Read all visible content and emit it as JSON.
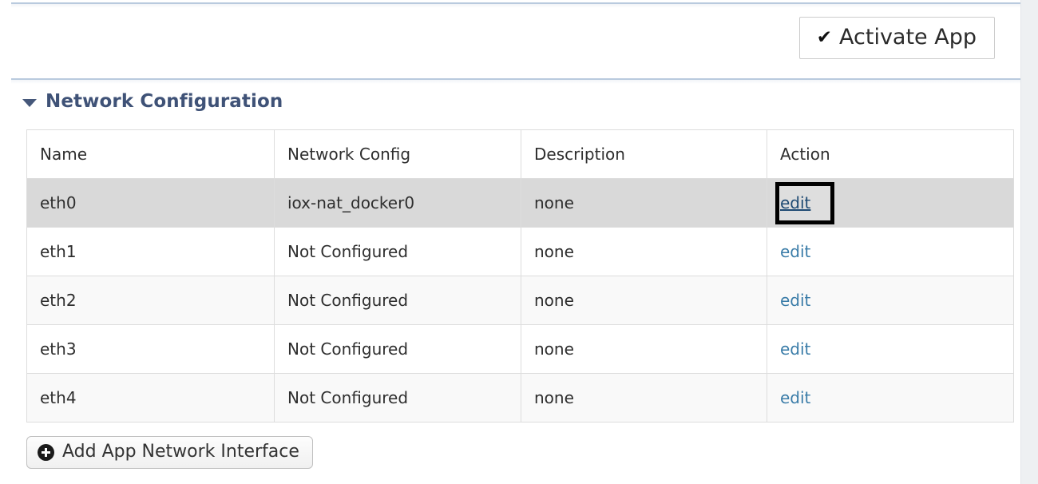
{
  "toolbar": {
    "activate_label": "Activate App",
    "activate_icon": "check-icon"
  },
  "section": {
    "title": "Network Configuration",
    "caret_icon": "caret-down-icon",
    "expanded": true
  },
  "table": {
    "columns": [
      "Name",
      "Network Config",
      "Description",
      "Action"
    ],
    "rows": [
      {
        "name": "eth0",
        "config": "iox-nat_docker0",
        "description": "none",
        "action": "edit",
        "focused": true,
        "highlighted": true
      },
      {
        "name": "eth1",
        "config": "Not Configured",
        "description": "none",
        "action": "edit",
        "focused": false,
        "highlighted": false
      },
      {
        "name": "eth2",
        "config": "Not Configured",
        "description": "none",
        "action": "edit",
        "focused": false,
        "highlighted": false
      },
      {
        "name": "eth3",
        "config": "Not Configured",
        "description": "none",
        "action": "edit",
        "focused": false,
        "highlighted": false
      },
      {
        "name": "eth4",
        "config": "Not Configured",
        "description": "none",
        "action": "edit",
        "focused": false,
        "highlighted": false
      }
    ]
  },
  "footer": {
    "add_interface_label": "Add App Network Interface",
    "add_interface_icon": "plus-circle-icon"
  },
  "colors": {
    "section_title": "#3f5277",
    "divider": "#b9cade",
    "link": "#3a7ca8",
    "link_focused": "#1e4a73",
    "row_highlight": "#d9d9d9",
    "row_alt": "#f9f9f9",
    "table_border": "#dddddd",
    "scroll_gutter": "#eef0f2"
  }
}
